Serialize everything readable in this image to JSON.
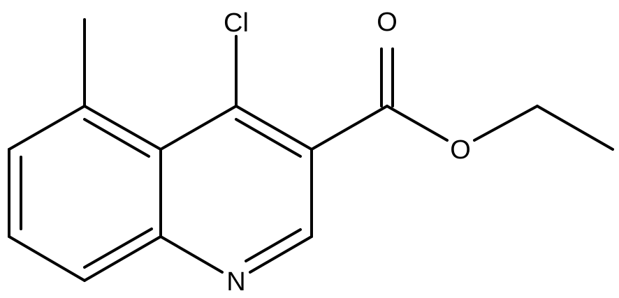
{
  "molecule": {
    "atoms": {
      "chlorine": "Cl",
      "carbonyl_oxygen": "O",
      "ester_oxygen": "O",
      "ring_nitrogen": "N"
    }
  }
}
